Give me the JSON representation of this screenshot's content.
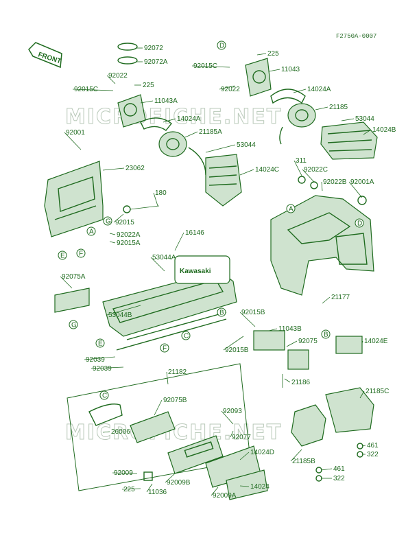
{
  "diagram_code": "F2750A-0007",
  "front_label": "FRONT",
  "watermark": "MICROFICHE.NET",
  "logo_text": "Kawasaki",
  "callouts": [
    {
      "id": "c-92072",
      "text": "92072"
    },
    {
      "id": "c-92072A",
      "text": "92072A"
    },
    {
      "id": "c-92022-l",
      "text": "92022"
    },
    {
      "id": "c-92015C-l",
      "text": "92015C"
    },
    {
      "id": "c-225-l",
      "text": "225"
    },
    {
      "id": "c-11043A",
      "text": "11043A"
    },
    {
      "id": "c-14024A-l",
      "text": "14024A"
    },
    {
      "id": "c-21185A",
      "text": "21185A"
    },
    {
      "id": "c-92001",
      "text": "92001"
    },
    {
      "id": "c-53044-l",
      "text": "53044"
    },
    {
      "id": "c-23062",
      "text": "23062"
    },
    {
      "id": "c-14024C",
      "text": "14024C"
    },
    {
      "id": "c-180",
      "text": "180"
    },
    {
      "id": "c-92015",
      "text": "92015"
    },
    {
      "id": "c-92022A",
      "text": "92022A"
    },
    {
      "id": "c-92015A",
      "text": "92015A"
    },
    {
      "id": "c-225-r",
      "text": "225"
    },
    {
      "id": "c-92015C-r",
      "text": "92015C"
    },
    {
      "id": "c-11043",
      "text": "11043"
    },
    {
      "id": "c-92022-r",
      "text": "92022"
    },
    {
      "id": "c-14024A-r",
      "text": "14024A"
    },
    {
      "id": "c-21185",
      "text": "21185"
    },
    {
      "id": "c-53044-r",
      "text": "53044"
    },
    {
      "id": "c-14024B",
      "text": "14024B"
    },
    {
      "id": "c-311",
      "text": "311"
    },
    {
      "id": "c-92022C",
      "text": "92022C"
    },
    {
      "id": "c-92022B",
      "text": "92022B"
    },
    {
      "id": "c-92001A",
      "text": "92001A"
    },
    {
      "id": "c-16146",
      "text": "16146"
    },
    {
      "id": "c-53044A",
      "text": "53044A"
    },
    {
      "id": "c-92075A",
      "text": "92075A"
    },
    {
      "id": "c-53044B",
      "text": "53044B"
    },
    {
      "id": "c-92015B-t",
      "text": "92015B"
    },
    {
      "id": "c-11043B",
      "text": "11043B"
    },
    {
      "id": "c-92015B-b",
      "text": "92015B"
    },
    {
      "id": "c-92075",
      "text": "92075"
    },
    {
      "id": "c-21186",
      "text": "21186"
    },
    {
      "id": "c-21177",
      "text": "21177"
    },
    {
      "id": "c-14024E",
      "text": "14024E"
    },
    {
      "id": "c-92039-a",
      "text": "92039"
    },
    {
      "id": "c-92039-b",
      "text": "92039"
    },
    {
      "id": "c-21182",
      "text": "21182"
    },
    {
      "id": "c-92075B",
      "text": "92075B"
    },
    {
      "id": "c-92093",
      "text": "92093"
    },
    {
      "id": "c-26006",
      "text": "26006"
    },
    {
      "id": "c-92077",
      "text": "92077"
    },
    {
      "id": "c-14024D",
      "text": "14024D"
    },
    {
      "id": "c-92009",
      "text": "92009"
    },
    {
      "id": "c-92009B",
      "text": "92009B"
    },
    {
      "id": "c-225-b",
      "text": "225"
    },
    {
      "id": "c-11036",
      "text": "11036"
    },
    {
      "id": "c-92009A",
      "text": "92009A"
    },
    {
      "id": "c-14024",
      "text": "14024"
    },
    {
      "id": "c-21185C",
      "text": "21185C"
    },
    {
      "id": "c-461-a",
      "text": "461"
    },
    {
      "id": "c-322-a",
      "text": "322"
    },
    {
      "id": "c-21185B",
      "text": "21185B"
    },
    {
      "id": "c-461-b",
      "text": "461"
    },
    {
      "id": "c-322-b",
      "text": "322"
    }
  ],
  "ref_letters": {
    "A": "A",
    "B": "B",
    "C": "C",
    "D": "D",
    "E": "E",
    "F": "F",
    "G": "G"
  },
  "colors": {
    "ink": "#1f6b1f",
    "tint": "#cfe3cf",
    "watermark": "#b9c9b9"
  }
}
